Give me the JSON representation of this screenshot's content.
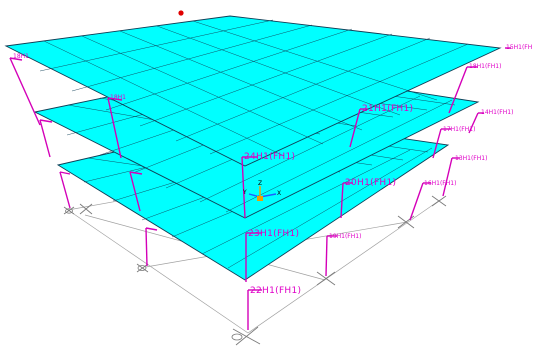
{
  "view": {
    "marker_color": "#e00000",
    "slab_color": "#00ffff",
    "column_color": "#d400b8",
    "label_color": "#e000c8"
  },
  "labels": {
    "top_left": "18H1",
    "top_right_edge": "15H1(FH",
    "top_right": "18H1(FH1)",
    "mid_left": "18H1",
    "mid_center_right": "21H1(FH1)",
    "mid_right_a": "17H1(FH1)",
    "mid_right_b": "14H1(FH1)",
    "center_big": "24H1(FH1)",
    "center_right": "20H1(FH1)",
    "right_small_a": "16H1(FH1)",
    "right_small_b": "13H1(FH1)",
    "lower_center": "23H1(FH1)",
    "lower_right": "19H1(FH1)",
    "bottom_center": "22H1(FH1)"
  },
  "axes": {
    "x": "X",
    "y": "Y",
    "z": "Z"
  }
}
